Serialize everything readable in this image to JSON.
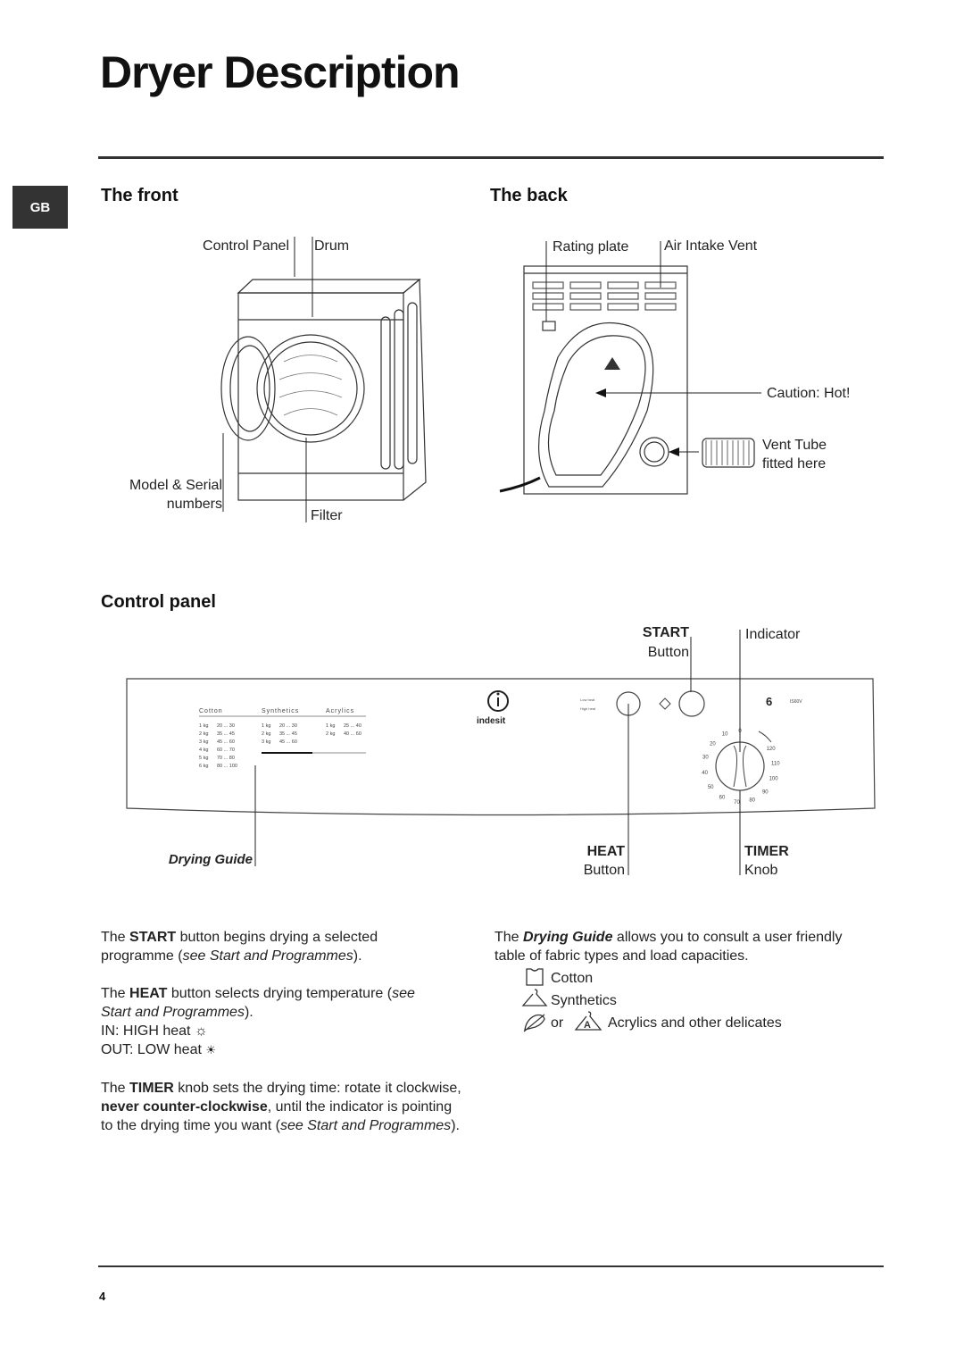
{
  "page": {
    "title": "Dryer Description",
    "lang_tab": "GB",
    "page_number": "4"
  },
  "front": {
    "heading": "The front",
    "label_control_panel": "Control Panel",
    "label_drum": "Drum",
    "label_model_serial_1": "Model & Serial",
    "label_model_serial_2": "numbers",
    "label_filter": "Filter"
  },
  "back": {
    "heading": "The back",
    "label_rating_plate": "Rating plate",
    "label_air_intake": "Air Intake Vent",
    "label_caution": "Caution: Hot!",
    "label_vent_tube_1": "Vent Tube",
    "label_vent_tube_2": "fitted here"
  },
  "control_panel": {
    "heading": "Control panel",
    "start_bold": "START",
    "start_sub": "Button",
    "indicator": "Indicator",
    "heat_bold": "HEAT",
    "heat_sub": "Button",
    "timer_bold": "TIMER",
    "timer_sub": "Knob",
    "drying_guide": "Drying Guide",
    "brand": "indesit",
    "panel_cotton": "Cotton",
    "panel_synthetics": "Synthetics",
    "panel_acrylics": "Acrylics",
    "panel_low_heat": "Low heat",
    "panel_high_heat": "High heat",
    "panel_model": "IS60V",
    "cotton_rows": [
      [
        "1 kg",
        "20 ... 30"
      ],
      [
        "2 kg",
        "35 ... 45"
      ],
      [
        "3 kg",
        "45 ... 60"
      ],
      [
        "4 kg",
        "60 ... 70"
      ],
      [
        "5 kg",
        "70 ... 80"
      ],
      [
        "6 kg",
        "80 ... 100"
      ]
    ],
    "synthetics_rows": [
      [
        "1 kg",
        "20 ... 30"
      ],
      [
        "2 kg",
        "35 ... 45"
      ],
      [
        "3 kg",
        "45 ... 60"
      ]
    ],
    "acrylics_rows": [
      [
        "1 kg",
        "25 ... 40"
      ],
      [
        "2 kg",
        "40 ... 60"
      ]
    ],
    "dial_numbers": [
      "0",
      "10",
      "20",
      "30",
      "40",
      "50",
      "60",
      "70",
      "80",
      "90",
      "100",
      "110",
      "120"
    ]
  },
  "text_left": {
    "p1_a": "The ",
    "p1_b": "START",
    "p1_c": " button begins drying a selected",
    "p1_d": "programme (",
    "p1_e": "see Start and Programmes",
    "p1_f": ").",
    "p2_a": "The ",
    "p2_b": "HEAT",
    "p2_c": " button selects drying temperature (",
    "p2_d": "see",
    "p2_e": "Start and Programmes",
    "p2_f": ").",
    "p2_in": "IN: HIGH heat",
    "p2_out": "OUT: LOW heat",
    "p3_a": "The ",
    "p3_b": "TIMER",
    "p3_c": " knob sets the drying time: rotate it clockwise,",
    "p3_d": "never counter-clockwise",
    "p3_e": ", until the indicator is pointing",
    "p3_f": "to the drying time you want (",
    "p3_g": "see Start and Programmes",
    "p3_h": ")."
  },
  "text_right": {
    "p1_a": "The ",
    "p1_b": "Drying Guide",
    "p1_c": " allows you to consult a user friendly",
    "p1_d": "table of fabric types and load capacities.",
    "item_cotton": "Cotton",
    "item_synthetics": "Synthetics",
    "item_or": "or",
    "item_acrylics": "Acrylics and other delicates"
  }
}
